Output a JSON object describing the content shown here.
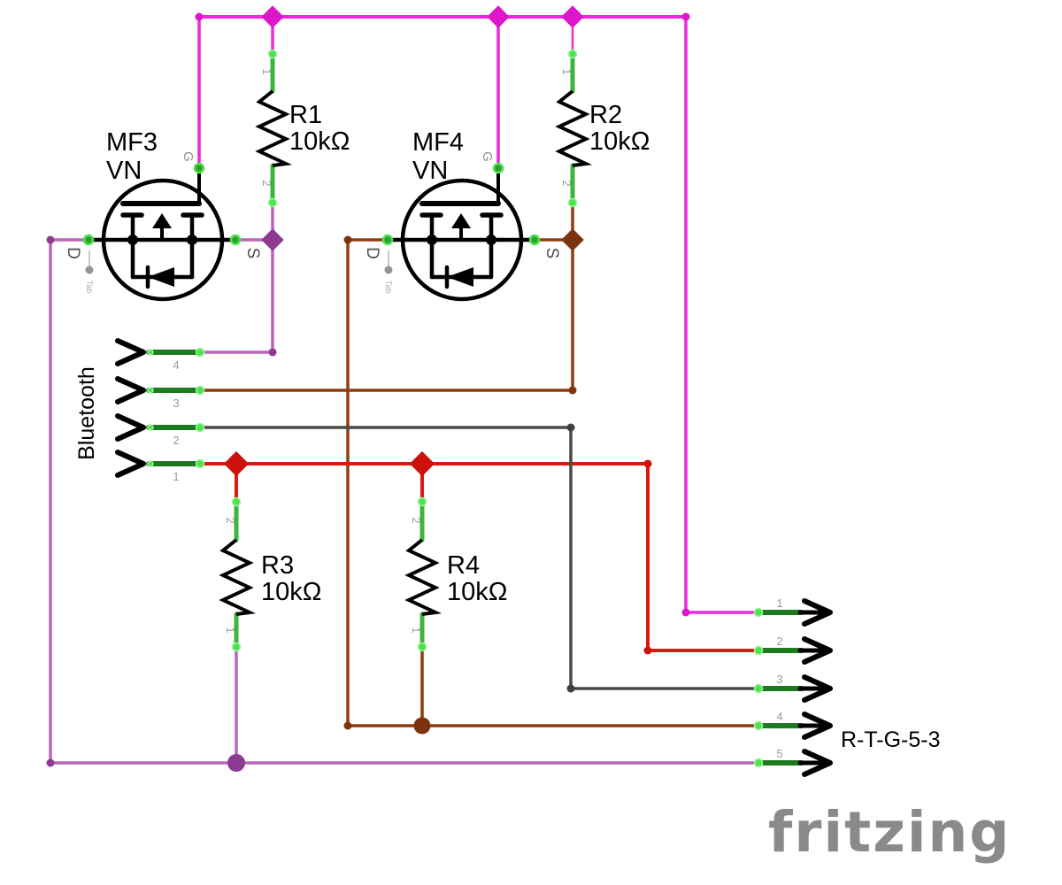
{
  "components": {
    "mf3": {
      "designator": "MF3",
      "value": "VN",
      "pins": {
        "gate": "G",
        "drain": "D",
        "source": "S",
        "tab": "Tab"
      }
    },
    "mf4": {
      "designator": "MF4",
      "value": "VN",
      "pins": {
        "gate": "G",
        "drain": "D",
        "source": "S",
        "tab": "Tab"
      }
    },
    "r1": {
      "designator": "R1",
      "value": "10kΩ",
      "pin1": "1",
      "pin2": "2"
    },
    "r2": {
      "designator": "R2",
      "value": "10kΩ",
      "pin1": "1",
      "pin2": "2"
    },
    "r3": {
      "designator": "R3",
      "value": "10kΩ",
      "pin1": "1",
      "pin2": "2"
    },
    "r4": {
      "designator": "R4",
      "value": "10kΩ",
      "pin1": "1",
      "pin2": "2"
    }
  },
  "connectors": {
    "bluetooth": {
      "label": "Bluetooth",
      "pins": [
        "1",
        "2",
        "3",
        "4"
      ]
    },
    "header": {
      "label": "R-T-G-5-3",
      "pins": [
        "1",
        "2",
        "3",
        "4",
        "5"
      ]
    }
  },
  "colors": {
    "magenta": "#ee28dc",
    "magenta_dot": "#dd16cc",
    "purple": "#b766b9",
    "purple_dot": "#9b4b9e",
    "purple_junction": "#8d3a93",
    "brown": "#8f3d12",
    "brown_dot": "#7c340e",
    "red": "#dd1812",
    "red_dot": "#cc120c",
    "gray": "#4a4a4a",
    "gray_dot": "#3f3f3f",
    "header_pin": "#1e7a1e",
    "resistor_pin": "#3cb53c",
    "pin_tip": "#4ee24e",
    "pin_tip_ring": "#9af59a",
    "mosfet_pin_tip": "#2f9e2f",
    "symbol": "#000000",
    "logo": "#8a8a8a"
  },
  "branding": {
    "logo": "fritzing"
  }
}
